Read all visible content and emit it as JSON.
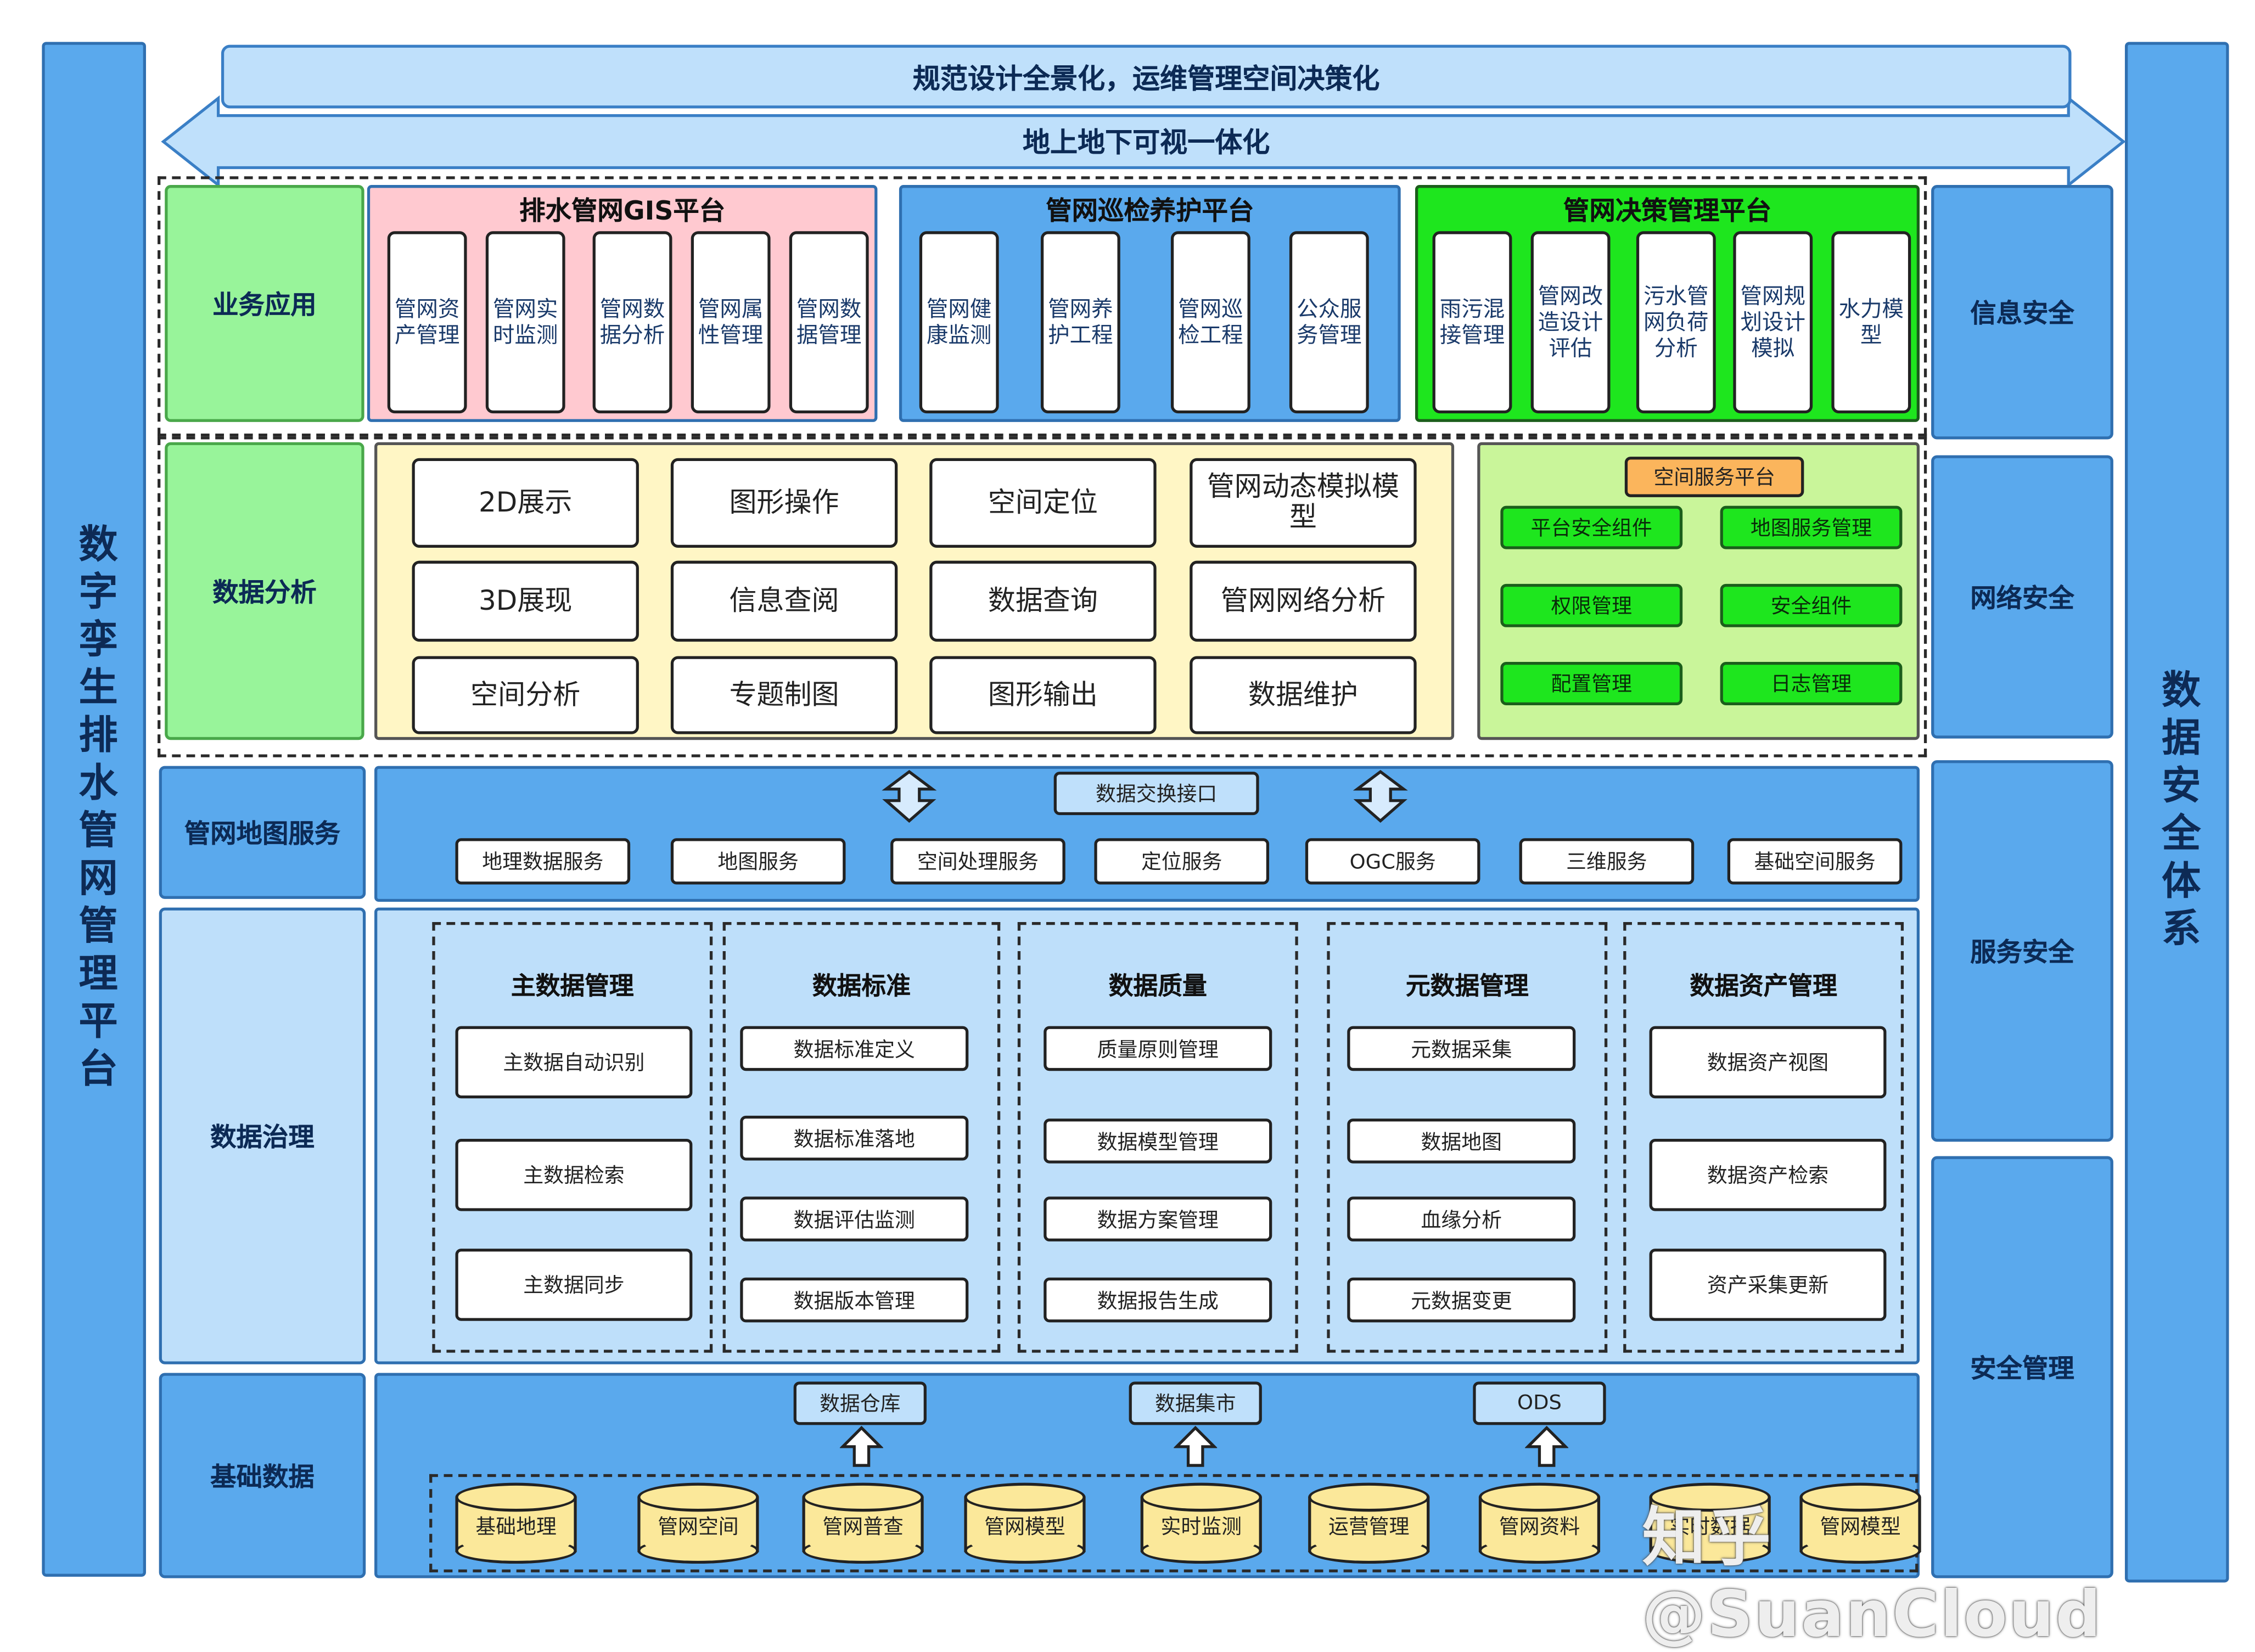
{
  "left_label": "数字孪生排水管网管理平台",
  "right_label": "数据安全体系",
  "top_banner": "规范设计全景化，运维管理空间决策化",
  "second_banner": "地上地下可视一体化",
  "layers": {
    "business": "业务应用",
    "analysis": "数据分析",
    "map_service": "管网地图服务",
    "governance": "数据治理",
    "base_data": "基础数据"
  },
  "security": [
    "信息安全",
    "网络安全",
    "服务安全",
    "安全管理"
  ],
  "platforms": [
    {
      "title": "排水管网GIS平台",
      "color": "#ffc9d0",
      "items": [
        "管网资产管理",
        "管网实时监测",
        "管网数据分析",
        "管网属性管理",
        "管网数据管理"
      ]
    },
    {
      "title": "管网巡检养护平台",
      "color": "#5aa9ed",
      "items": [
        "管网健康监测",
        "管网养护工程",
        "管网巡检工程",
        "公众服务管理"
      ]
    },
    {
      "title": "管网决策管理平台",
      "color": "#1ee61e",
      "items": [
        "雨污混接管理",
        "管网改造设计评估",
        "污水管网负荷分析",
        "管网规划设计模拟",
        "水力模型"
      ]
    }
  ],
  "analysis_items": [
    "2D展示",
    "图形操作",
    "空间定位",
    "管网动态模拟模型",
    "3D展现",
    "信息查阅",
    "数据查询",
    "管网网络分析",
    "空间分析",
    "专题制图",
    "图形输出",
    "数据维护"
  ],
  "spatial_platform": {
    "title": "空间服务平台",
    "items": [
      "平台安全组件",
      "地图服务管理",
      "权限管理",
      "安全组件",
      "配置管理",
      "日志管理"
    ]
  },
  "map_services": {
    "interface": "数据交换接口",
    "items": [
      "地理数据服务",
      "地图服务",
      "空间处理服务",
      "定位服务",
      "OGC服务",
      "三维服务",
      "基础空间服务"
    ]
  },
  "governance_groups": [
    {
      "title": "主数据管理",
      "items": [
        "主数据自动识别",
        "主数据检索",
        "主数据同步"
      ]
    },
    {
      "title": "数据标准",
      "items": [
        "数据标准定义",
        "数据标准落地",
        "数据评估监测",
        "数据版本管理"
      ]
    },
    {
      "title": "数据质量",
      "items": [
        "质量原则管理",
        "数据模型管理",
        "数据方案管理",
        "数据报告生成"
      ]
    },
    {
      "title": "元数据管理",
      "items": [
        "元数据采集",
        "数据地图",
        "血缘分析",
        "元数据变更"
      ]
    },
    {
      "title": "数据资产管理",
      "items": [
        "数据资产视图",
        "数据资产检索",
        "资产采集更新"
      ]
    }
  ],
  "warehouses": [
    "数据仓库",
    "数据集市",
    "ODS"
  ],
  "databases": [
    "基础地理",
    "管网空间",
    "管网普查",
    "管网模型",
    "实时监测",
    "运营管理",
    "管网资料",
    "实时数据",
    "管网模型"
  ],
  "watermark": "知乎 @SuanCloud"
}
